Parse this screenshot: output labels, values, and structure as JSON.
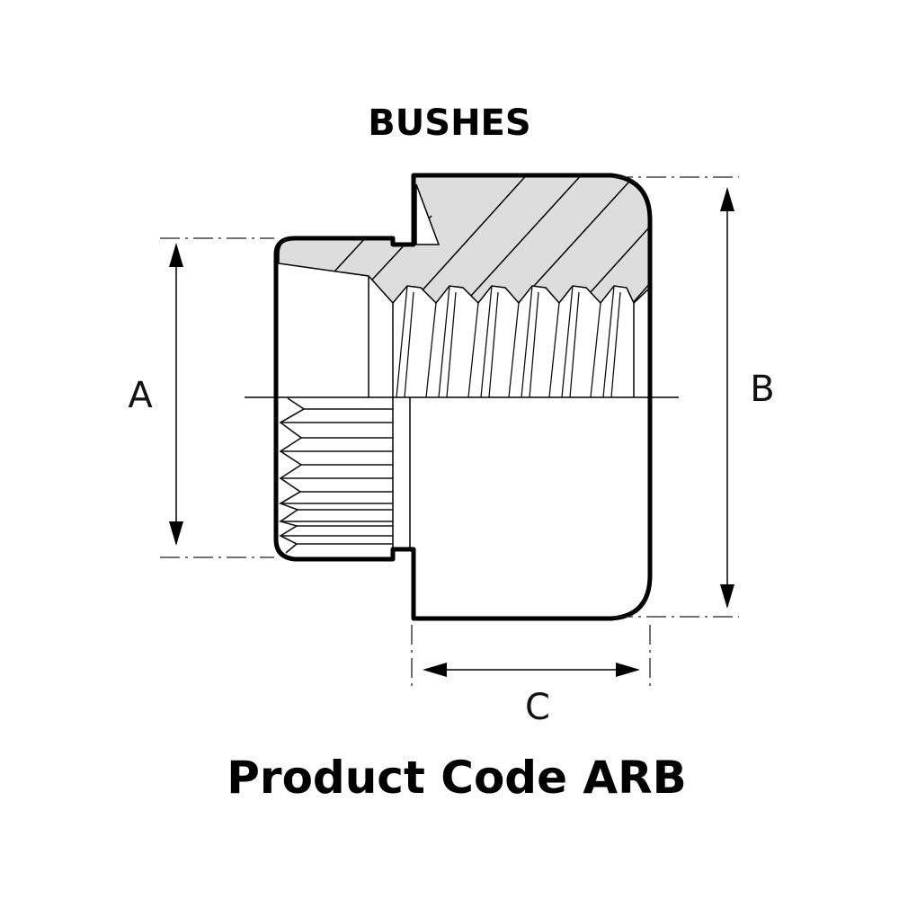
{
  "title": "BUSHES",
  "product_code": "Product Code ARB",
  "dimensions": {
    "a": "A",
    "b": "B",
    "c": "C"
  },
  "colors": {
    "section_fill": "#dcdddc",
    "line": "#000000"
  }
}
